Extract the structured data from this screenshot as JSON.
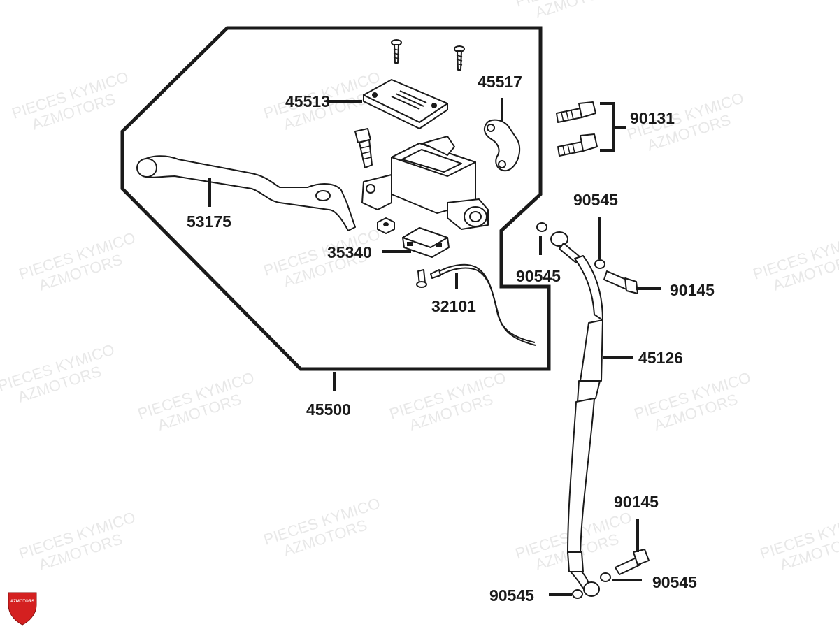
{
  "watermark": {
    "line1": "PIECES KYMICO",
    "line2": "AZMOTORS"
  },
  "logo": {
    "text": "AZMOTORS",
    "color": "#d42020"
  },
  "parts": [
    {
      "id": "p45513",
      "number": "45513",
      "name": "reservoir-cap"
    },
    {
      "id": "p45517",
      "number": "45517",
      "name": "holder-clamp"
    },
    {
      "id": "p90131",
      "number": "90131",
      "name": "clamp-bolts"
    },
    {
      "id": "p53175",
      "number": "53175",
      "name": "brake-lever"
    },
    {
      "id": "p35340",
      "number": "35340",
      "name": "stop-switch"
    },
    {
      "id": "p90545a",
      "number": "90545",
      "name": "washer-upper-right"
    },
    {
      "id": "p90545b",
      "number": "90545",
      "name": "washer-upper-left"
    },
    {
      "id": "p90145a",
      "number": "90145",
      "name": "banjo-bolt-upper"
    },
    {
      "id": "p32101",
      "number": "32101",
      "name": "switch-wire"
    },
    {
      "id": "p45126",
      "number": "45126",
      "name": "brake-hose"
    },
    {
      "id": "p45500",
      "number": "45500",
      "name": "master-cylinder-assembly"
    },
    {
      "id": "p90145b",
      "number": "90145",
      "name": "banjo-bolt-lower"
    },
    {
      "id": "p90545c",
      "number": "90545",
      "name": "washer-lower-right"
    },
    {
      "id": "p90545d",
      "number": "90545",
      "name": "washer-lower-left"
    }
  ]
}
